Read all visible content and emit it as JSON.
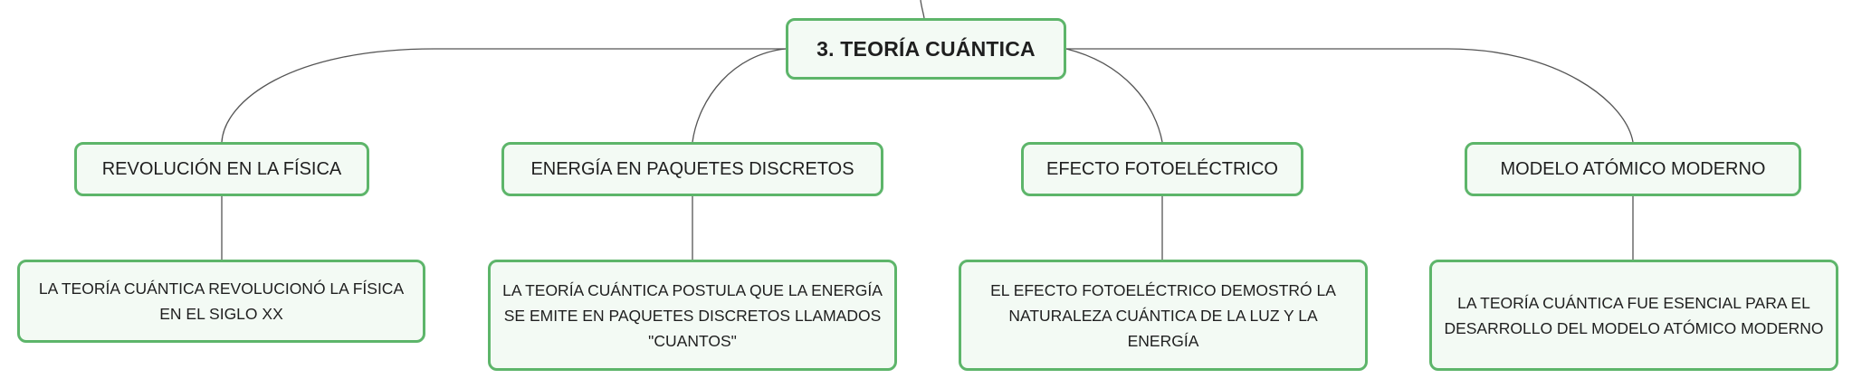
{
  "root": {
    "label": "3. TEORÍA CUÁNTICA"
  },
  "branches": [
    {
      "label": "REVOLUCIÓN EN LA FÍSICA",
      "detail": "LA TEORÍA CUÁNTICA REVOLUCIONÓ LA FÍSICA EN EL SIGLO XX"
    },
    {
      "label": "ENERGÍA EN PAQUETES DISCRETOS",
      "detail": "LA TEORÍA CUÁNTICA POSTULA QUE LA ENERGÍA SE EMITE EN PAQUETES DISCRETOS LLAMADOS \"CUANTOS\""
    },
    {
      "label": "EFECTO FOTOELÉCTRICO",
      "detail": "EL EFECTO FOTOELÉCTRICO DEMOSTRÓ LA NATURALEZA CUÁNTICA DE LA LUZ Y LA ENERGÍA"
    },
    {
      "label": "MODELO ATÓMICO MODERNO",
      "detail": "LA TEORÍA CUÁNTICA FUE ESENCIAL PARA EL DESARROLLO DEL MODELO ATÓMICO MODERNO"
    }
  ],
  "colors": {
    "node_border": "#5db56a",
    "node_fill": "#f3faf4",
    "connector": "#555555"
  }
}
